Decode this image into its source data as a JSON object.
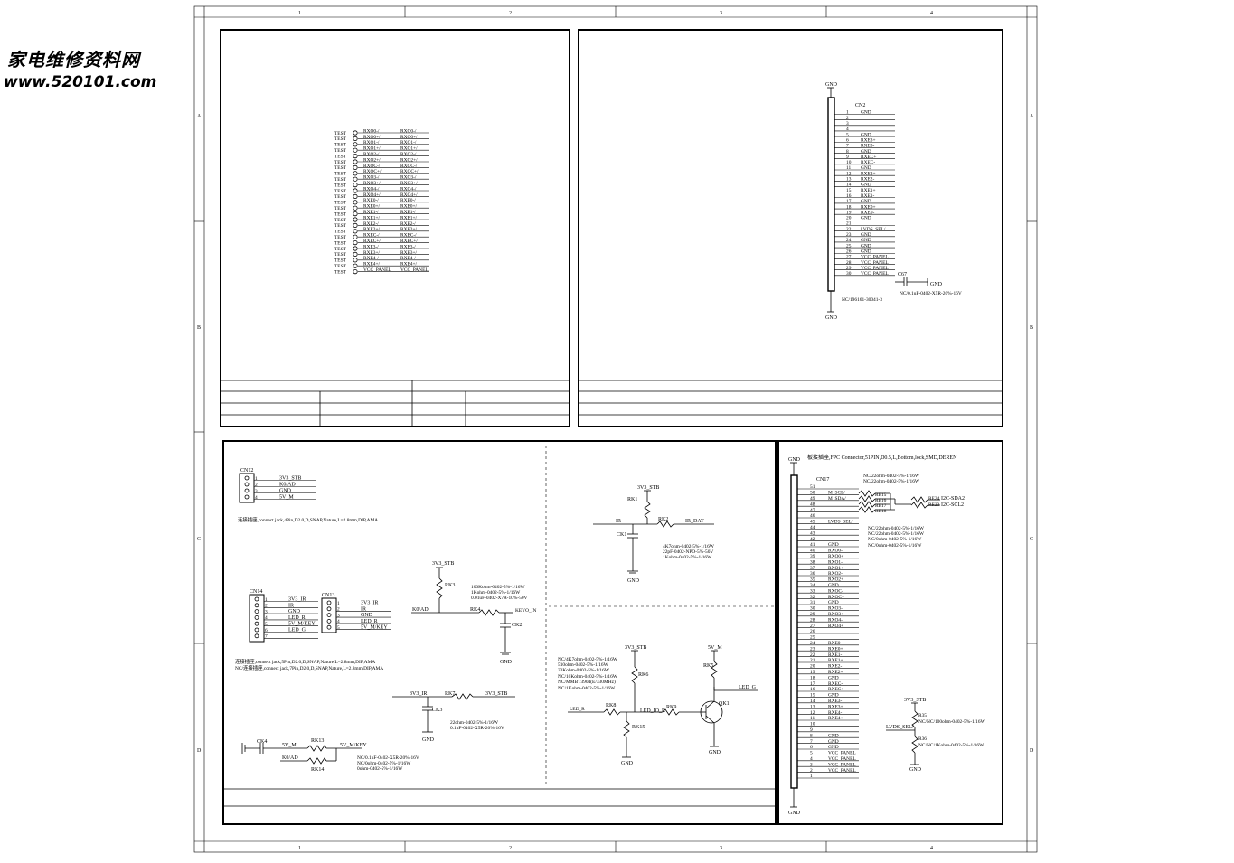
{
  "watermark": {
    "line1": "家电维修资料网",
    "line2": "www.520101.com"
  },
  "frame": {
    "col_markers": [
      "1",
      "2",
      "3",
      "4"
    ],
    "row_markers": [
      "A",
      "B",
      "C",
      "D"
    ]
  },
  "test_points": {
    "label": "TEST",
    "nets": [
      "RXO0-/",
      "RXO0+/",
      "RXO1-/",
      "RXO1+/",
      "RXO2-/",
      "RXO2+/",
      "RXOC-/",
      "RXOC+/",
      "RXO3-/",
      "RXO3+/",
      "RXO4-/",
      "RXO4+/",
      "RXE0-/",
      "RXE0+/",
      "RXE1-/",
      "RXE1+/",
      "RXE2-/",
      "RXE2+/",
      "RXEC-/",
      "RXEC+/",
      "RXE3-/",
      "RXE3+/",
      "RXE4-/",
      "RXE4+/",
      "VCC_PANEL"
    ]
  },
  "cn2": {
    "ref": "CN2",
    "part": "NC/196161-30041-3",
    "gnd_top": "GND",
    "gnd_bottom": "GND",
    "pin_labels": [
      "GND",
      "",
      "",
      "",
      "GND",
      "RXE3+",
      "RXE3-",
      "GND",
      "RXEC+",
      "RXEC-",
      "GND",
      "RXE2+",
      "RXE2-",
      "GND",
      "RXE1+",
      "RXE1-",
      "GND",
      "RXE0+",
      "RXE0-",
      "GND",
      "",
      "LVDS_SEL/",
      "GND",
      "GND",
      "GND",
      "GND",
      "VCC_PANEL",
      "VCC_PANEL",
      "VCC_PANEL",
      "VCC_PANEL"
    ],
    "cap_ref": "C67",
    "cap_gnd": "GND",
    "cap_value": "NC/0.1uF-0402-X5R-20%-16V"
  },
  "cn12": {
    "ref": "CN12",
    "pins": [
      "3V3_STB",
      "K0/AD",
      "GND",
      "5V_M"
    ],
    "note": "连接插座,connect jack,4Pin,D2.0,D,SNAP,Nature,L=2.8mm,DIP,AMA"
  },
  "cn14": {
    "ref": "CN14",
    "pins": [
      "3V3_IR",
      "IR",
      "GND",
      "LED_R",
      "5V_M/KEY",
      "LED_G"
    ]
  },
  "cn13": {
    "ref": "CN13",
    "pins": [
      "3V3_IR",
      "IR",
      "GND",
      "LED_R",
      "5V_M/KEY"
    ]
  },
  "cn_note": {
    "line1": "连接插座,connect jack,5Pin,D2.0,D,SNAP,Nature,L=2.8mm,DIP,AMA",
    "line2": "NC/连接插座,connect jack,7Pin,D2.0,D,SNAP,Nature,L=2.8mm,DIP,AMA"
  },
  "key_circuit": {
    "vcc": "3V3_STB",
    "r_pull": "RK3",
    "r_series": "RK4",
    "cap": "CK2",
    "in": "K0/AD",
    "out": "KEYO_IN",
    "gnd": "GND",
    "values": [
      "100Kohm-0402-5%-1/16W",
      "1Kohm-0402-5%-1/16W",
      "0.01uF-0402-X7R-10%-50V"
    ]
  },
  "ir_filter": {
    "in": "3V3_IR",
    "r": "RK7",
    "out": "3V3_STB",
    "cap": "CK3",
    "gnd": "GND",
    "values": [
      "22ohm-0402-5%-1/16W",
      "0.1uF-0402-X5R-20%-16V"
    ]
  },
  "ck4_block": {
    "cap": "CK4",
    "net1": "5V_M",
    "r1": "RK13",
    "net2": "K0/AD",
    "r2": "RK14",
    "out": "5V_M/KEY",
    "values": [
      "NC/0.1uF-0402-X5R-20%-16V",
      "NC/0ohm-0402-5%-1/16W",
      "0ohm-0402-5%-1/16W"
    ]
  },
  "ir_circuit": {
    "vcc": "3V3_STB",
    "r_pull": "RK1",
    "r_series": "RK2",
    "cap": "CK1",
    "in": "IR",
    "out": "IR_DAT",
    "gnd": "GND",
    "values": [
      "4K7ohm-0402-5%-1/16W",
      "22pF-0402-NPO-5%-50V",
      "1Kohm-0402-5%-1/16W"
    ]
  },
  "led_circuit": {
    "vcc": "3V3_STB",
    "vcc2": "5V_M",
    "r6": "RK6",
    "r8": "RK8",
    "r9": "RK9",
    "r5": "RK5",
    "r15": "RK15",
    "q": "QK1",
    "in": "LED_R",
    "net": "LED_IO_R",
    "out": "LED_G",
    "gnd": "GND",
    "values": [
      "NC/4K7ohm-0402-5%-1/16W",
      "510ohm-0402-5%-1/16W",
      "33Kohm-0402-5%-1/16W",
      "NC/10Kohm-0402-5%-1/16W",
      "NC/MMBT3904(E/330MHz)",
      "NC/1Kohm-0402-5%-1/16W"
    ]
  },
  "cn17": {
    "ref": "CN17",
    "title": "板接插座,FPC Connector,51PIN,D0.5,L,Bottom,lock,SMD,DEREN",
    "gnd_top": "GND",
    "gnd_bottom": "GND",
    "pins_51_to_1": [
      "",
      "M_SCL/",
      "M_SDA/",
      "",
      "",
      "",
      "LVDS_SEL/",
      "",
      "",
      "",
      "GND",
      "RXO0-",
      "RXO0+",
      "RXO1-",
      "RXO1+",
      "RXO2-",
      "RXO2+",
      "GND",
      "RXOC-",
      "RXOC+",
      "GND",
      "RXO3-",
      "RXO3+",
      "RXO4-",
      "RXO4+",
      "",
      "",
      "RXE0-",
      "RXE0+",
      "RXE1-",
      "RXE1+",
      "RXE2-",
      "RXE2+",
      "GND",
      "RXEC-",
      "RXEC+",
      "GND",
      "RXE3-",
      "RXE3+",
      "RXE4-",
      "RXE4+",
      "",
      "",
      "GND",
      "GND",
      "GND",
      "VCC_PANEL",
      "VCC_PANEL",
      "VCC_PANEL",
      "VCC_PANEL",
      ""
    ],
    "i2c_values": [
      "NC/22ohm-0402-5%-1/16W",
      "NC/22ohm-0402-5%-1/16W"
    ],
    "i2c_refs": [
      "RE15",
      "RE16",
      "RE17",
      "RE18"
    ],
    "i2c_series": [
      "RE24",
      "RE23"
    ],
    "i2c_nets": [
      "I2C-SDA2",
      "I2C-SCL2"
    ],
    "strap_values": [
      "NC/22ohm-0402-5%-1/16W",
      "NC/22ohm-0402-5%-1/16W",
      "NC/0ohm-0402-5%-1/16W",
      "NC/0ohm-0402-5%-1/16W"
    ],
    "sel": {
      "vcc": "3V3_STB",
      "r_up": "R35",
      "r_up_value": "NC/NC/100ohm-0402-5%-1/16W",
      "net": "LVDS_SEL/",
      "r_down": "R36",
      "r_down_value": "NC/NC/1Kohm-0402-5%-1/16W",
      "gnd": "GND"
    }
  }
}
